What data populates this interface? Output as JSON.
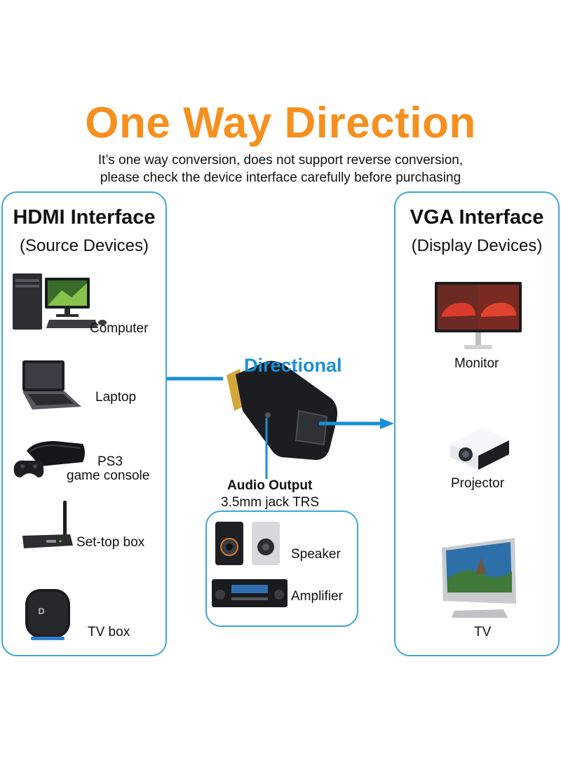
{
  "title": "One Way Direction",
  "subtitle_line1": "It’s one way conversion, does not support reverse conversion,",
  "subtitle_line2": "please check the device interface carefully before purchasing",
  "left_panel": {
    "title": "HDMI Interface",
    "subtitle": "(Source Devices)",
    "items": [
      {
        "label": "Computer",
        "icon": "computer-icon"
      },
      {
        "label": "Laptop",
        "icon": "laptop-icon"
      },
      {
        "label_line1": "PS3",
        "label_line2": "game console",
        "icon": "game-console-icon"
      },
      {
        "label": "Set-top box",
        "icon": "set-top-box-icon"
      },
      {
        "label": "TV box",
        "icon": "tv-box-icon"
      }
    ]
  },
  "right_panel": {
    "title": "VGA Interface",
    "subtitle": "(Display Devices)",
    "items": [
      {
        "label": "Monitor",
        "icon": "monitor-icon"
      },
      {
        "label": "Projector",
        "icon": "projector-icon"
      },
      {
        "label": "TV",
        "icon": "tv-icon"
      }
    ]
  },
  "center": {
    "direction_label": "Directional",
    "audio_title": "Audio Output",
    "audio_sub": "3.5mm jack TRS",
    "audio_items": [
      {
        "label": "Speaker",
        "icon": "speaker-icon"
      },
      {
        "label": "Amplifier",
        "icon": "amplifier-icon"
      }
    ]
  },
  "colors": {
    "title": "#f5901e",
    "accent_blue": "#1a8fd6",
    "panel_border": "#3da5d9"
  }
}
